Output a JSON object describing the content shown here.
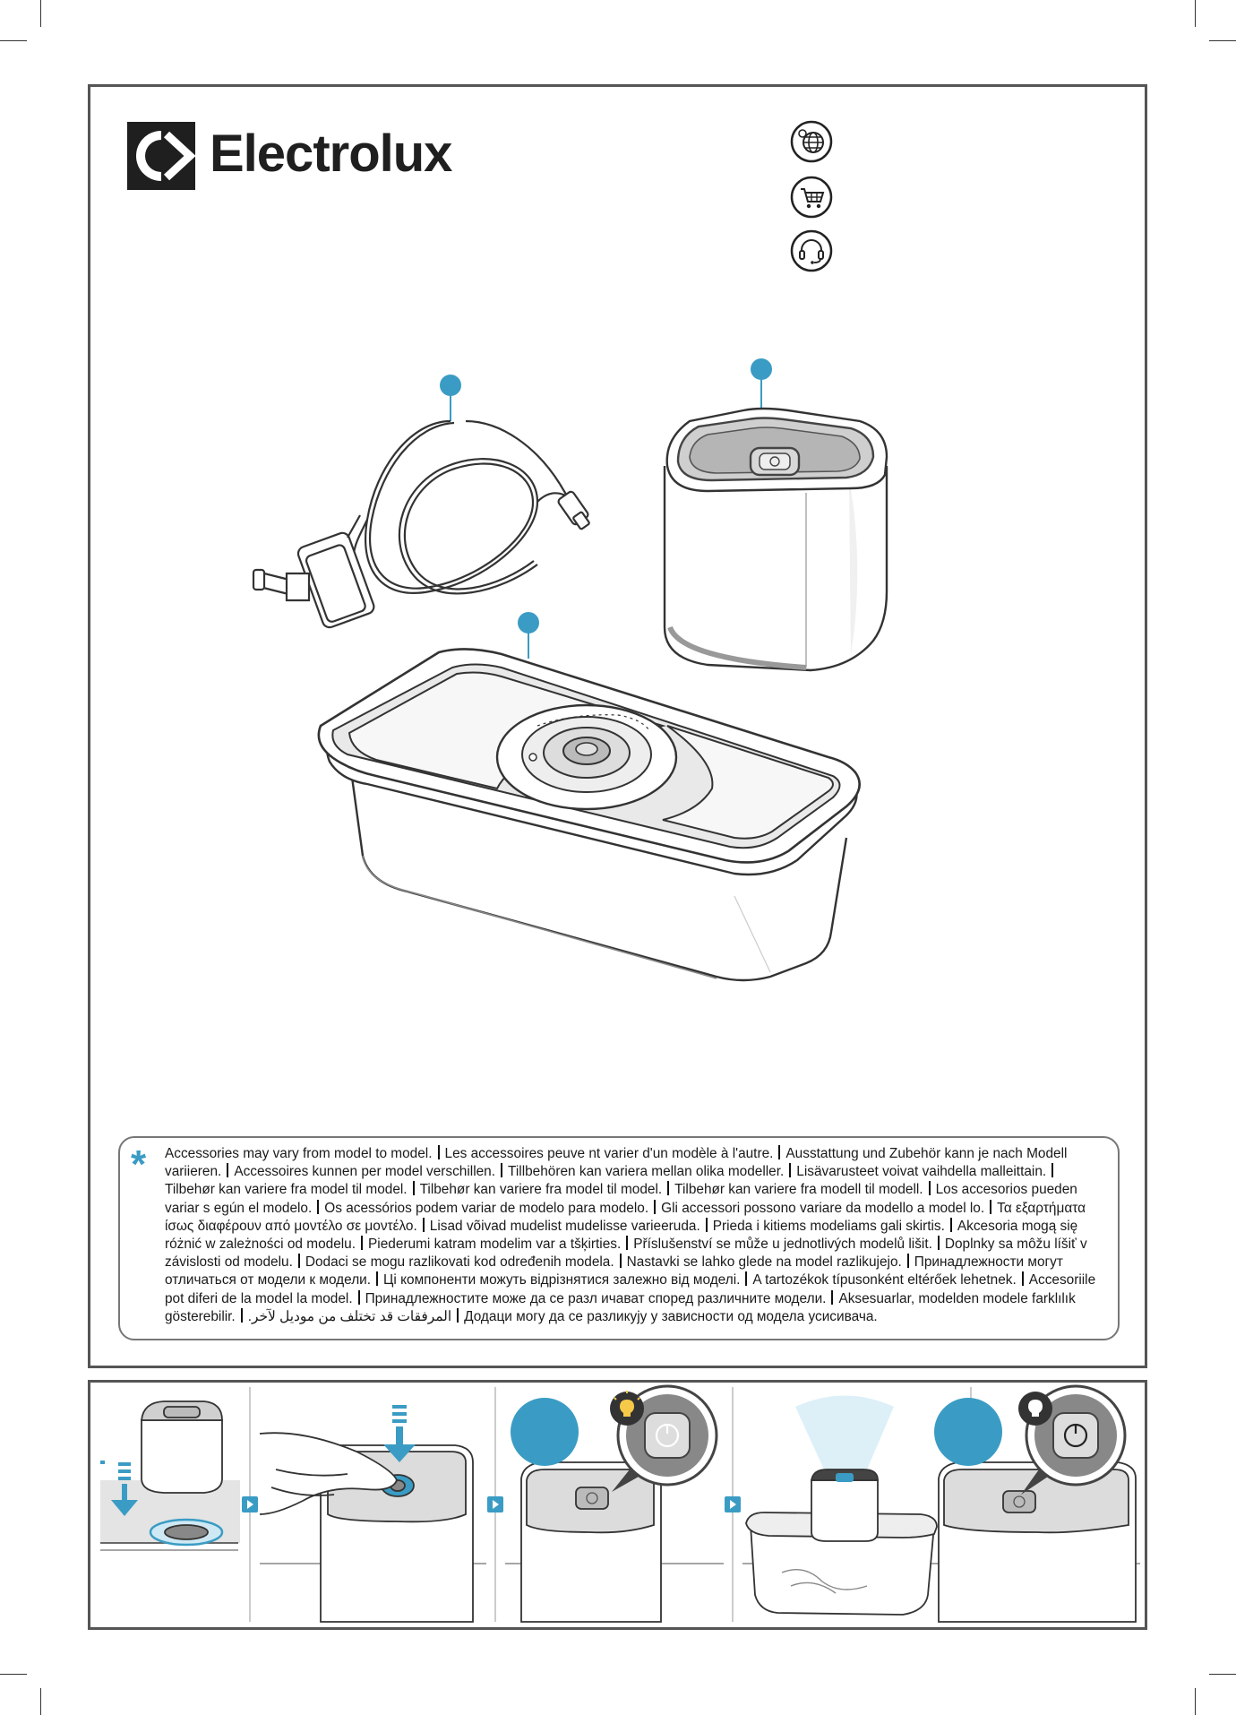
{
  "brand": {
    "name": "Electrolux",
    "logo_icon": "electrolux-logo-icon"
  },
  "side_icons": [
    {
      "name": "globe-www-icon"
    },
    {
      "name": "shopping-cart-icon"
    },
    {
      "name": "headset-support-icon"
    }
  ],
  "illustration": {
    "parts": [
      {
        "name": "usb-charger-cable"
      },
      {
        "name": "vacuum-pump-unit"
      },
      {
        "name": "vacuum-container"
      }
    ],
    "marker_color": "#3a9cc4"
  },
  "note": {
    "marker": "*",
    "segments": [
      "Accessories may vary from model to model.",
      "Les accessoires peuve nt varier d'un modèle à l'autre.",
      "Ausstattung und Zubehör kann je nach Modell variieren.",
      "Accessoires kunnen per model verschillen.",
      "Tillbehören kan variera mellan olika modeller.",
      "Lisävarusteet voivat vaihdella malleittain.",
      "Tilbehør kan variere fra model til model.",
      "Tilbehør kan variere fra model til model.",
      "Tilbehør kan variere fra modell til modell.",
      "Los accesorios pueden variar s egún el modelo.",
      "Os acessórios podem variar de modelo para modelo.",
      "Gli accessori possono variare da modello a model lo.",
      "Τα εξαρτήματα ίσως διαφέρουν από μοντέλο σε μοντέλο.",
      "Lisad võivad mudelist mudelisse varieeruda.",
      "Prieda i kitiems modeliams gali skirtis.",
      "Akcesoria mogą się różnić w zależności od modelu.",
      "Piederumi katram modelim var a tšķirties.",
      "Příslušenství se může u jednotlivých modelů lišit.",
      "Doplnky sa môžu líšiť v závislosti od modelu.",
      "Dodaci se mogu razlikovati kod određenih modela.",
      "Nastavki se lahko glede na model razlikujejo.",
      "Принадлежности могут отличаться от модели к модели.",
      "Ці компоненти можуть відрізнятися залежно від моделі.",
      "A tartozékok típusonként eltérőek lehetnek.",
      "Accesoriile pot diferi de la model la model.",
      "Принадлежностите може да се разл ичават според различните модели.",
      "Aksesuarlar, modelden modele farklılık gösterebilir.",
      "المرفقات قد تختلف من موديل لآخر.",
      "Додаци могу да се разликују у зависности од модела усисивача."
    ]
  },
  "steps": [
    {
      "name": "step-place-pump-on-container"
    },
    {
      "name": "step-press-power-button"
    },
    {
      "name": "step-light-on"
    },
    {
      "name": "step-vacuum-running"
    },
    {
      "name": "step-light-off"
    }
  ]
}
